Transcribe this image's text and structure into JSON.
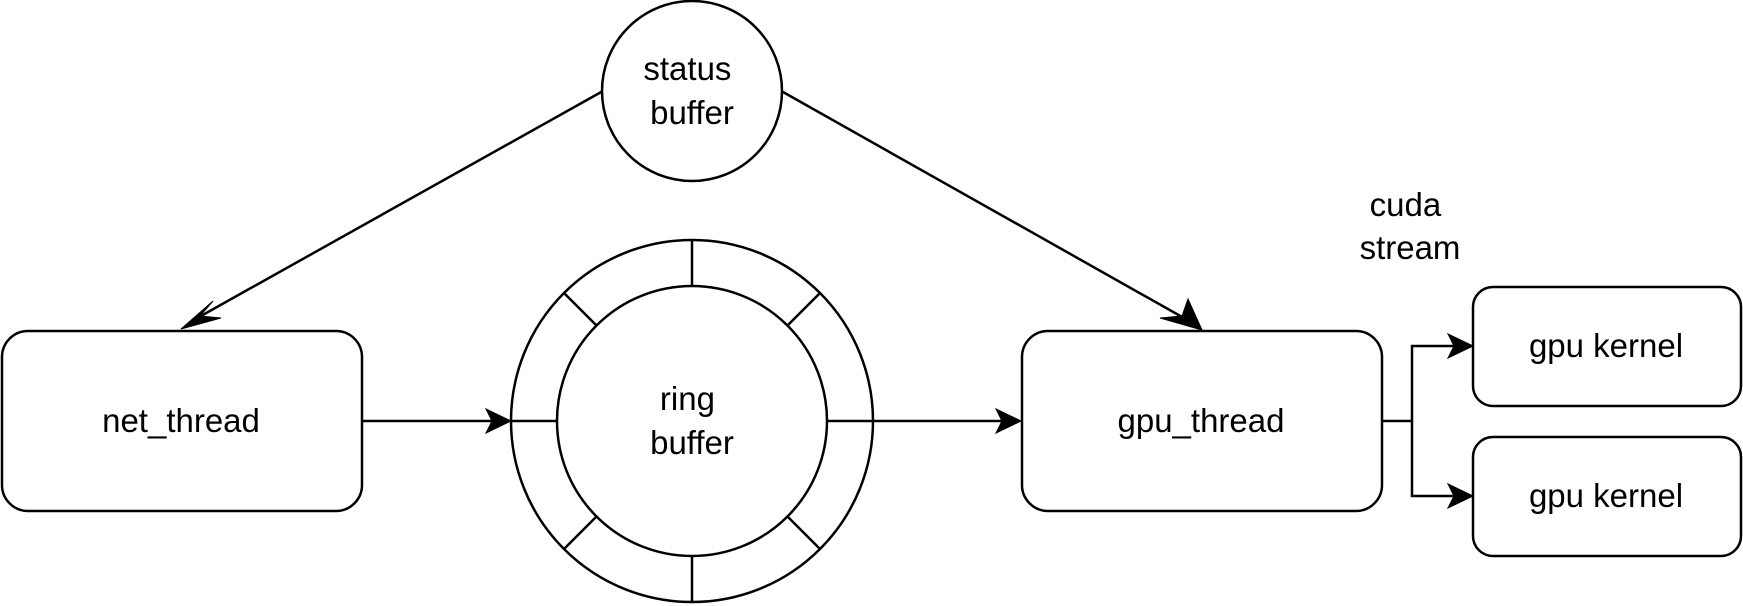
{
  "nodes": {
    "status_buffer": {
      "lines": [
        "status",
        "buffer"
      ]
    },
    "net_thread": {
      "lines": [
        "net_thread"
      ]
    },
    "ring_buffer": {
      "lines": [
        "ring",
        "buffer"
      ]
    },
    "gpu_thread": {
      "lines": [
        "gpu_thread"
      ]
    },
    "cuda_stream": {
      "lines": [
        "cuda",
        "stream"
      ]
    },
    "gpu_kernel_1": {
      "lines": [
        "gpu kernel"
      ]
    },
    "gpu_kernel_2": {
      "lines": [
        "gpu kernel"
      ]
    }
  },
  "edges": [
    {
      "from": "status_buffer",
      "to": "net_thread"
    },
    {
      "from": "status_buffer",
      "to": "gpu_thread"
    },
    {
      "from": "net_thread",
      "to": "ring_buffer"
    },
    {
      "from": "ring_buffer",
      "to": "gpu_thread"
    },
    {
      "from": "gpu_thread",
      "to": "gpu_kernel_1"
    },
    {
      "from": "gpu_thread",
      "to": "gpu_kernel_2"
    }
  ],
  "colors": {
    "stroke": "#000000",
    "fill": "#ffffff",
    "text": "#000000"
  }
}
